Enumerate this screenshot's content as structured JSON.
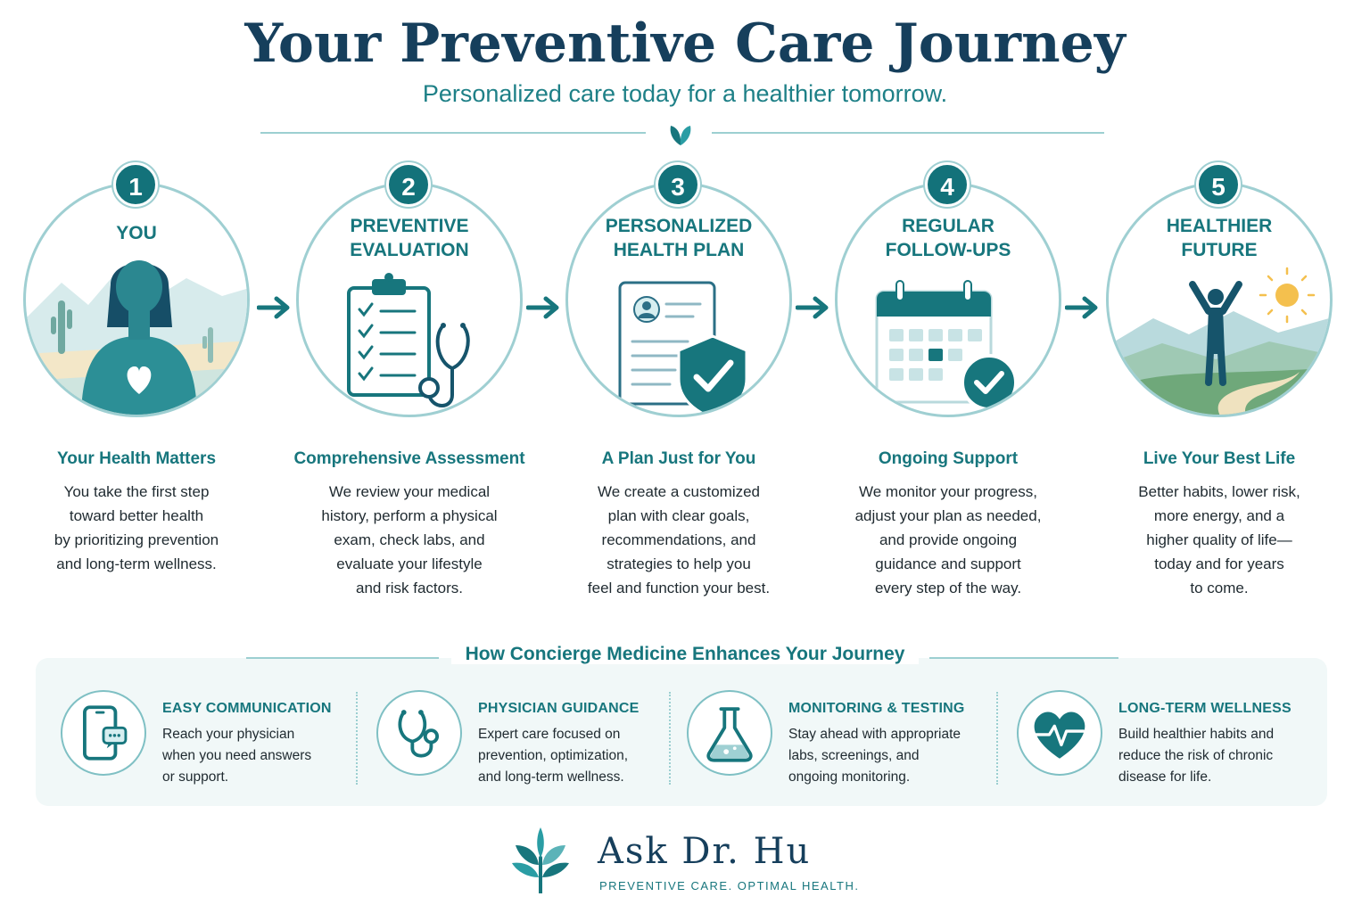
{
  "header": {
    "title": "Your Preventive Care Journey",
    "subtitle": "Personalized care today for a healthier tomorrow."
  },
  "steps": [
    {
      "number": "1",
      "title": "YOU",
      "heading": "Your Health Matters",
      "description": "You take the first step\ntoward better health\nby prioritizing prevention\nand long-term wellness.",
      "icon": "person-heart-icon"
    },
    {
      "number": "2",
      "title": "PREVENTIVE\nEVALUATION",
      "heading": "Comprehensive Assessment",
      "description": "We review your medical\nhistory, perform a physical\nexam, check labs, and\nevaluate your lifestyle\nand risk factors.",
      "icon": "clipboard-stethoscope-icon"
    },
    {
      "number": "3",
      "title": "PERSONALIZED\nHEALTH PLAN",
      "heading": "A Plan Just for You",
      "description": "We create a customized\nplan with clear goals,\nrecommendations, and\nstrategies to help you\nfeel and function your best.",
      "icon": "document-shield-icon"
    },
    {
      "number": "4",
      "title": "REGULAR\nFOLLOW-UPS",
      "heading": "Ongoing Support",
      "description": "We monitor your progress,\nadjust your plan as needed,\nand provide ongoing\nguidance and support\nevery step of the way.",
      "icon": "calendar-check-icon"
    },
    {
      "number": "5",
      "title": "HEALTHIER\nFUTURE",
      "heading": "Live Your Best Life",
      "description": "Better habits, lower risk,\nmore energy, and a\nhigher quality of life—\ntoday and for years\nto come.",
      "icon": "person-sunrise-icon"
    }
  ],
  "concierge": {
    "title": "How Concierge Medicine Enhances Your Journey",
    "features": [
      {
        "title": "EASY COMMUNICATION",
        "description": "Reach your physician\nwhen you need answers\nor support.",
        "icon": "phone-chat-icon"
      },
      {
        "title": "PHYSICIAN GUIDANCE",
        "description": "Expert care focused on\nprevention, optimization,\nand long-term wellness.",
        "icon": "stethoscope-icon"
      },
      {
        "title": "MONITORING & TESTING",
        "description": "Stay ahead with appropriate\nlabs, screenings, and\nongoing monitoring.",
        "icon": "flask-icon"
      },
      {
        "title": "LONG-TERM WELLNESS",
        "description": "Build healthier habits and\nreduce the risk of chronic\ndisease for life.",
        "icon": "heart-pulse-icon"
      }
    ]
  },
  "brand": {
    "name": "Ask Dr. Hu",
    "tagline": "PREVENTIVE CARE. OPTIMAL HEALTH.",
    "icon": "sprout-logo-icon"
  },
  "colors": {
    "navy": "#163f5c",
    "teal": "#17767d",
    "teal_light": "#9fcfd2",
    "panel": "#f1f8f8"
  }
}
